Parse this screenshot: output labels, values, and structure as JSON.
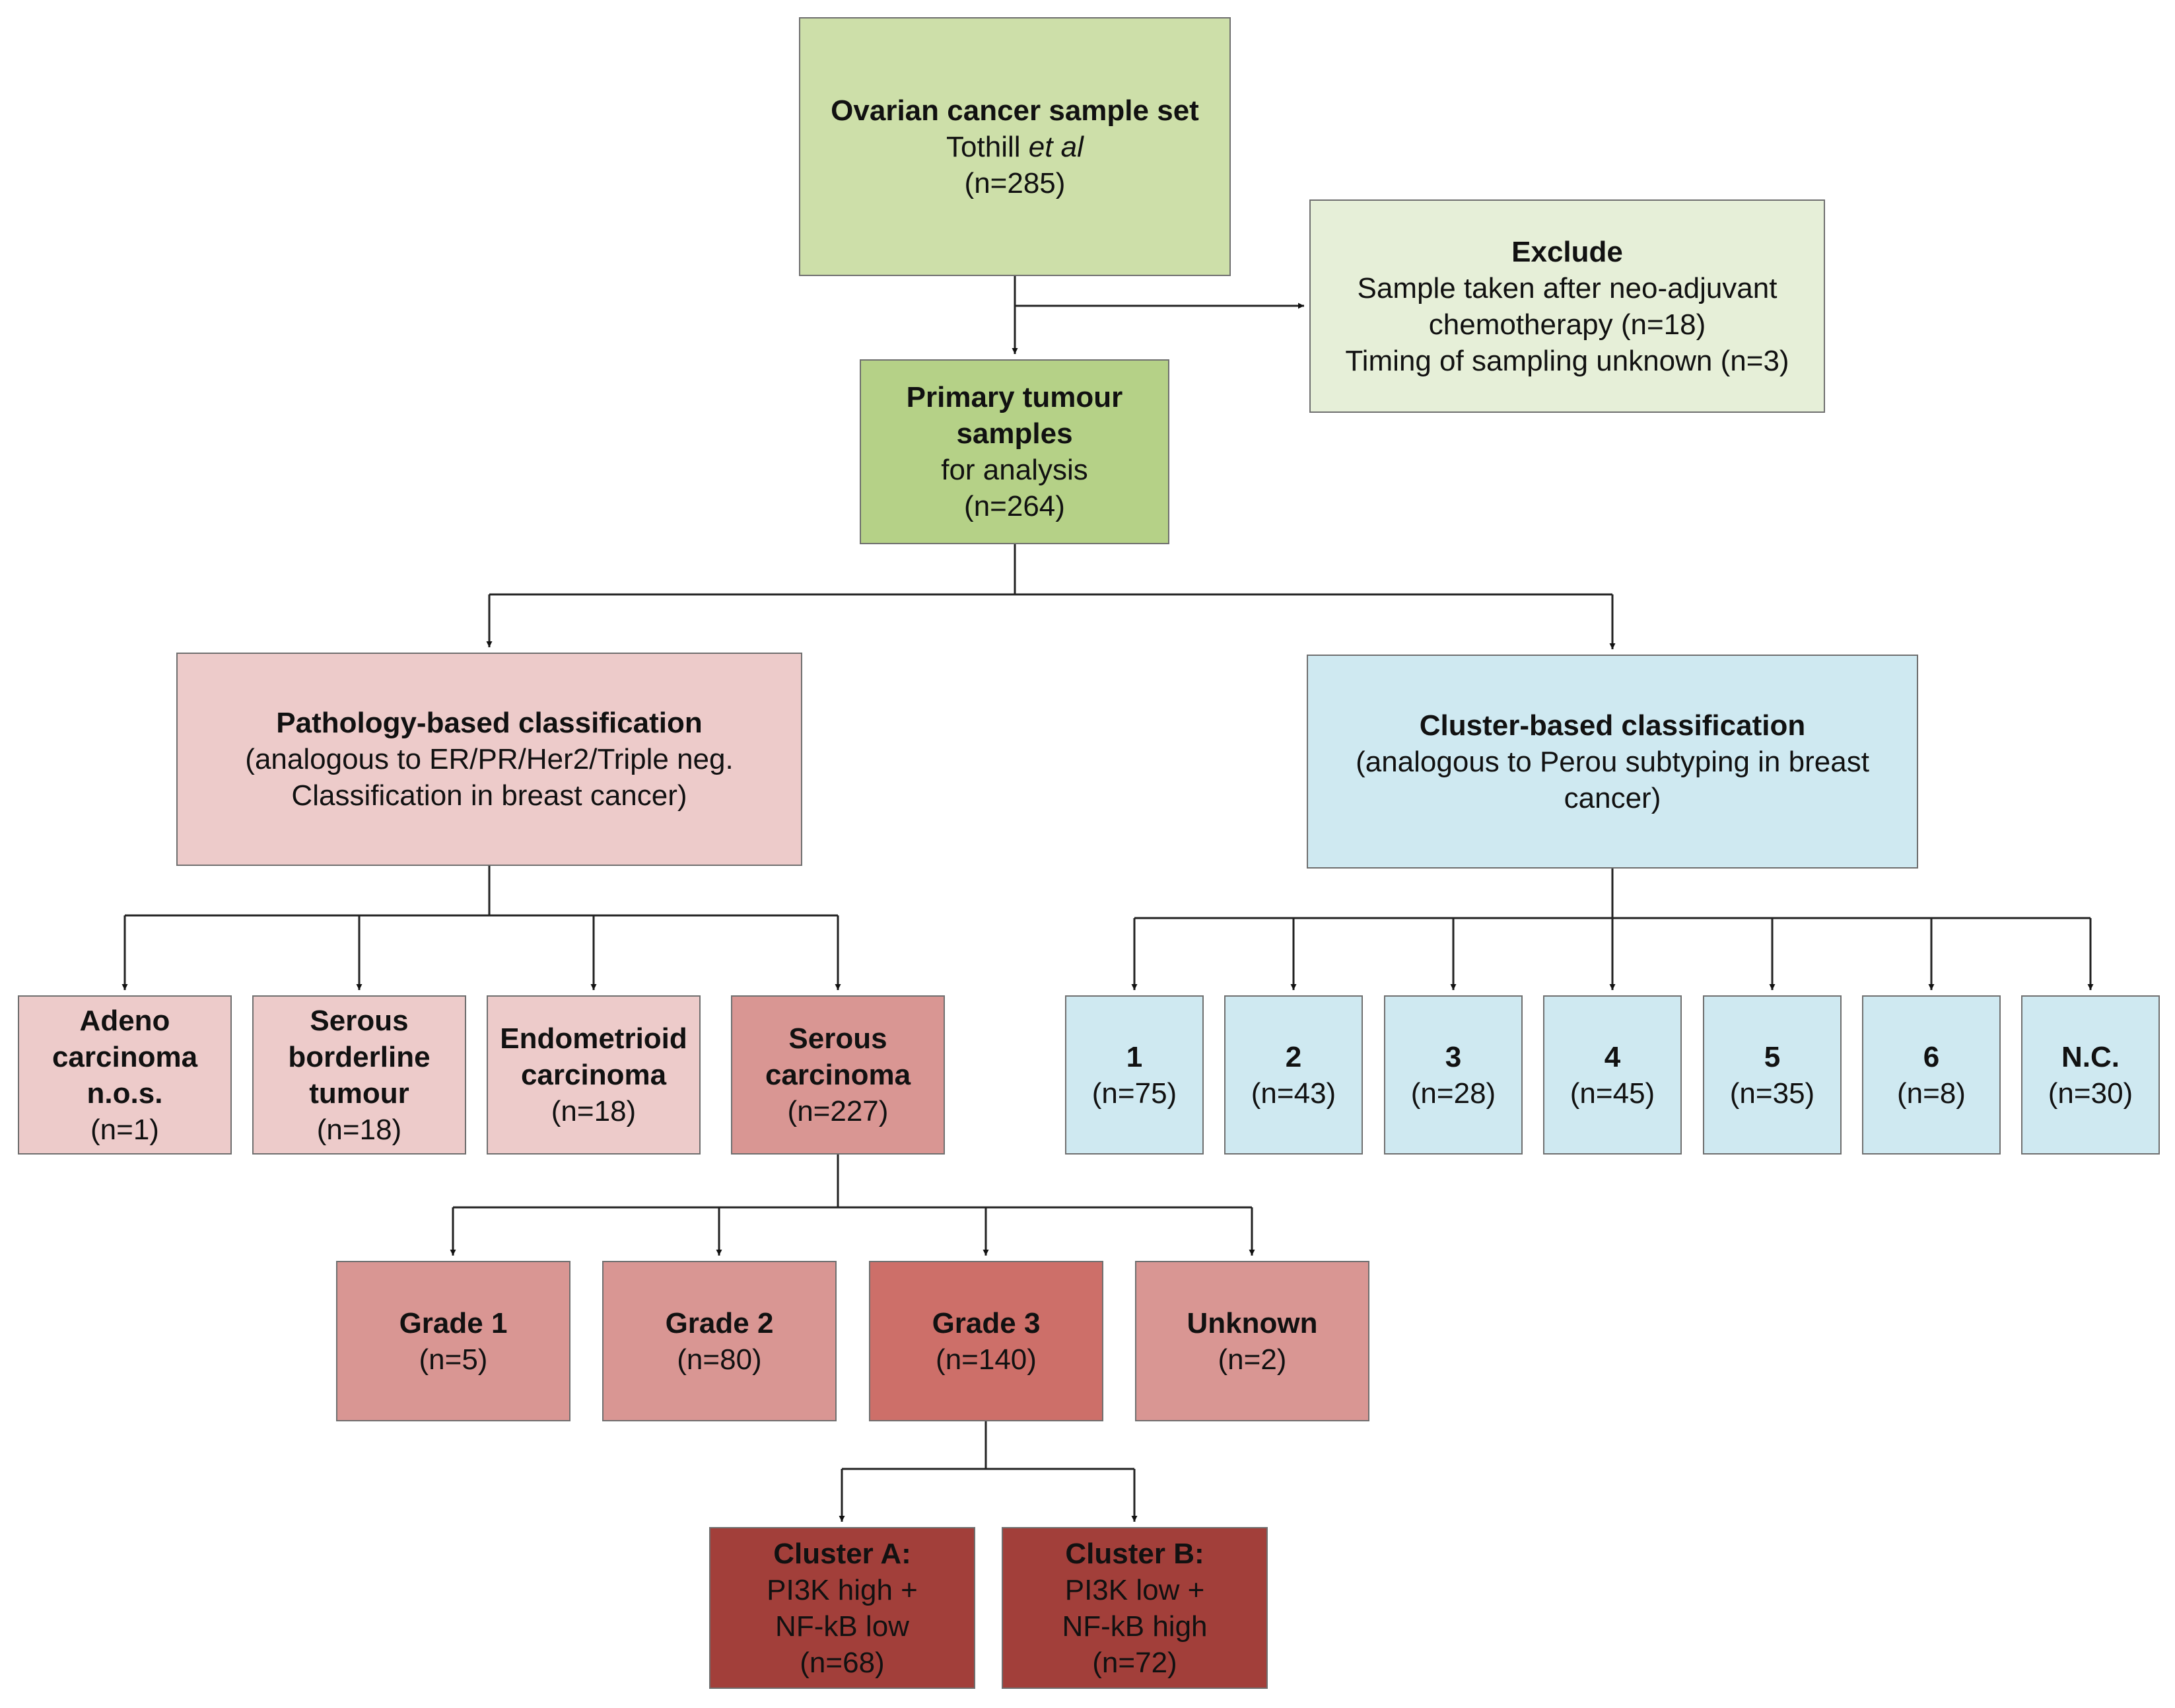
{
  "diagram": {
    "root": {
      "title": "Ovarian cancer sample set",
      "line_plain": "Tothill ",
      "line_italic": "et al",
      "count": "(n=285)"
    },
    "exclude": {
      "title": "Exclude",
      "lines": [
        "Sample taken after neo-adjuvant",
        "chemotherapy (n=18)",
        "Timing of sampling unknown (n=3)"
      ]
    },
    "primary": {
      "title_lines": [
        "Primary tumour",
        "samples"
      ],
      "lines": [
        "for analysis",
        "(n=264)"
      ]
    },
    "pathology": {
      "title": "Pathology-based classification",
      "lines": [
        "(analogous to ER/PR/Her2/Triple neg.",
        "Classification in breast cancer)"
      ]
    },
    "cluster": {
      "title": "Cluster-based classification",
      "lines": [
        "(analogous to Perou subtyping in breast",
        "cancer)"
      ]
    },
    "path_children": [
      {
        "title_lines": [
          "Adeno",
          "carcinoma",
          "n.o.s."
        ],
        "count": "(n=1)"
      },
      {
        "title_lines": [
          "Serous",
          "borderline",
          "tumour"
        ],
        "count": "(n=18)"
      },
      {
        "title_lines": [
          "Endometrioid",
          "carcinoma"
        ],
        "count": "(n=18)"
      },
      {
        "title_lines": [
          "Serous",
          "carcinoma"
        ],
        "count": "(n=227)"
      }
    ],
    "clusters": [
      {
        "label": "1",
        "count": "(n=75)"
      },
      {
        "label": "2",
        "count": "(n=43)"
      },
      {
        "label": "3",
        "count": "(n=28)"
      },
      {
        "label": "4",
        "count": "(n=45)"
      },
      {
        "label": "5",
        "count": "(n=35)"
      },
      {
        "label": "6",
        "count": "(n=8)"
      },
      {
        "label": "N.C.",
        "count": "(n=30)"
      }
    ],
    "grades": [
      {
        "label": "Grade 1",
        "count": "(n=5)"
      },
      {
        "label": "Grade 2",
        "count": "(n=80)"
      },
      {
        "label": "Grade 3",
        "count": "(n=140)"
      },
      {
        "label": "Unknown",
        "count": "(n=2)"
      }
    ],
    "subclusters": [
      {
        "title": "Cluster A:",
        "lines": [
          "PI3K high +",
          "NF-kB low",
          "(n=68)"
        ]
      },
      {
        "title": "Cluster B:",
        "lines": [
          "PI3K low +",
          "NF-kB high",
          "(n=72)"
        ]
      }
    ],
    "colors": {
      "root": "#cddfa9",
      "exclude": "#e6efd8",
      "primary": "#b5d187",
      "pathology": "#edcbca",
      "cluster": "#cfe9f1",
      "serous": "#d99693",
      "grade3": "#cd6f69",
      "subcluster": "#a23f3a"
    }
  }
}
